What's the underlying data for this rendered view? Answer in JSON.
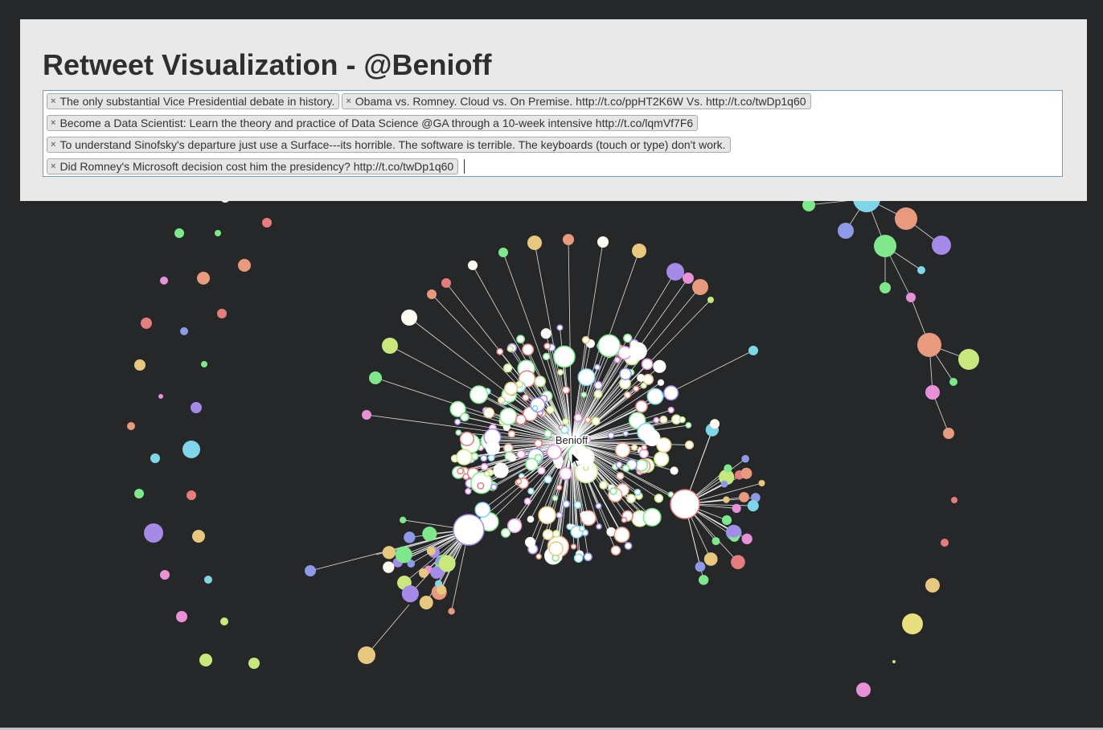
{
  "header": {
    "title": "Retweet Visualization - @Benioff"
  },
  "tags": [
    [
      "The only substantial Vice Presidential debate in history.",
      "Obama vs. Romney. Cloud vs. On Premise. http://t.co/ppHT2K6W Vs. http://t.co/twDp1q60"
    ],
    [
      "Become a Data Scientist: Learn the theory and practice of Data Science @GA through a 10-week intensive http://t.co/lqmVf7F6"
    ],
    [
      "To understand Sinofsky's departure just use a Surface---its horrible. The software is terrible. The keyboards (touch or type) don't work."
    ],
    [
      "Did Romney's Microsoft decision cost him the presidency? http://t.co/twDp1q60"
    ]
  ],
  "tag_remove_symbol": "×",
  "graph": {
    "center_label": "Benioff",
    "palette": [
      "#e57d7d",
      "#7ee88a",
      "#e890d8",
      "#8c9ae8",
      "#e8c87e",
      "#a58ae8",
      "#7ed6e8",
      "#c8e87e",
      "#e89a7e",
      "#fdfaf0"
    ],
    "background": "#262728"
  }
}
